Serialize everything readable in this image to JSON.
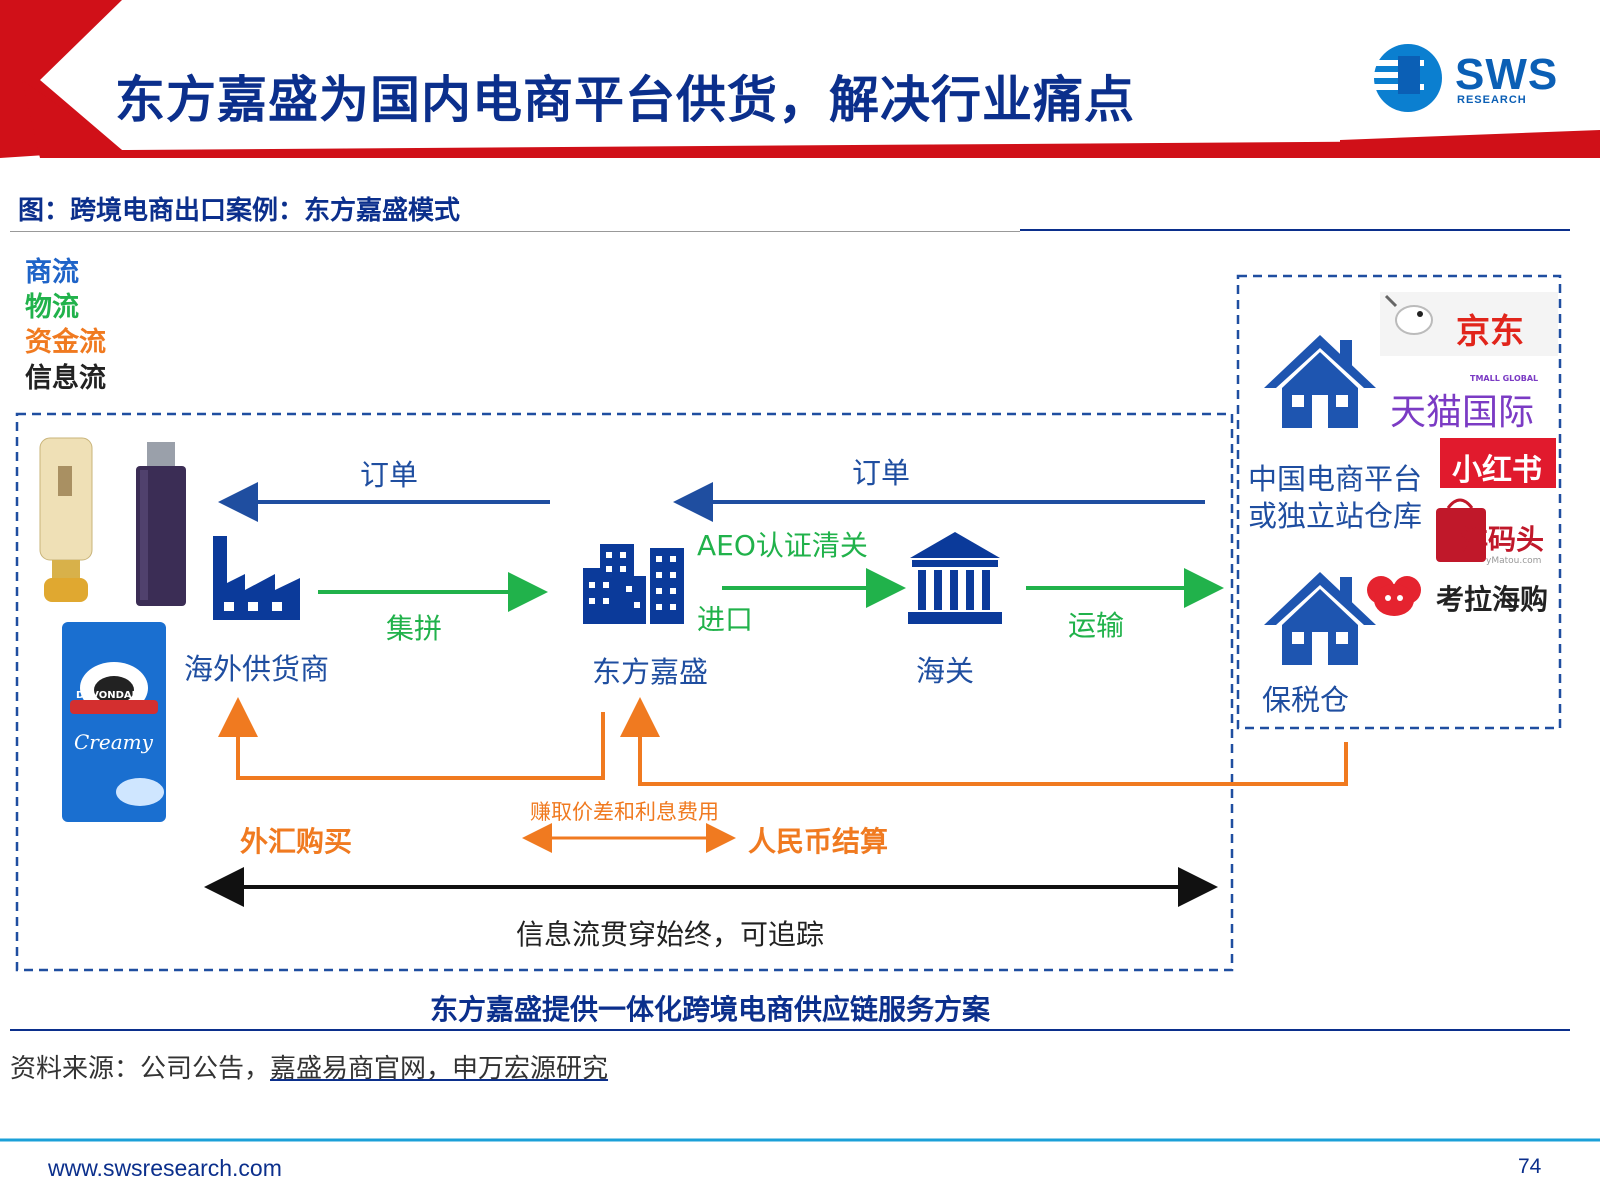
{
  "header": {
    "title": "东方嘉盛为国内电商平台供货，解决行业痛点",
    "logo_text": "SWS",
    "logo_sub": "RESEARCH"
  },
  "figure": {
    "caption": "图：跨境电商出口案例：东方嘉盛模式"
  },
  "legend": {
    "items": [
      {
        "label": "商流",
        "color": "#1f64c8"
      },
      {
        "label": "物流",
        "color": "#21b24b"
      },
      {
        "label": "资金流",
        "color": "#f07a20"
      },
      {
        "label": "信息流",
        "color": "#222222"
      }
    ]
  },
  "nodes": {
    "supplier": "海外供货商",
    "company": "东方嘉盛",
    "customs": "海关",
    "platform_line1": "中国电商平台",
    "platform_line2": "或独立站仓库",
    "bonded": "保税仓"
  },
  "flows": {
    "order_left": "订单",
    "order_right": "订单",
    "consolidation": "集拼",
    "aeo": "AEO认证清关",
    "import": "进口",
    "transport": "运输",
    "fx_purchase": "外汇购买",
    "spread": "赚取价差和利息费用",
    "rmb_settlement": "人民币结算",
    "info_flow": "信息流贯穿始终，可追踪"
  },
  "brands": {
    "jd": "京东",
    "tmall_small": "TMALL GLOBAL",
    "tmall": "天猫国际",
    "xiaohongshu": "小红书",
    "yangmatou": "洋码头",
    "yangmatou_small": "yMatou.com",
    "kaola": "考拉海购"
  },
  "products": {
    "milk_brand": "DEVONDALE",
    "milk_name": "Creamy"
  },
  "solution": "东方嘉盛提供一体化跨境电商供应链服务方案",
  "source": {
    "prefix": "资料来源：公司公告，",
    "underlined": "嘉盛易商官网，申万宏源研究"
  },
  "footer": {
    "url": "www.swsresearch.com",
    "page": "74"
  },
  "colors": {
    "navy": "#0b2f8c",
    "red": "#d01018",
    "blue": "#1f4ea0",
    "green": "#21b24b",
    "orange": "#f07a20"
  }
}
